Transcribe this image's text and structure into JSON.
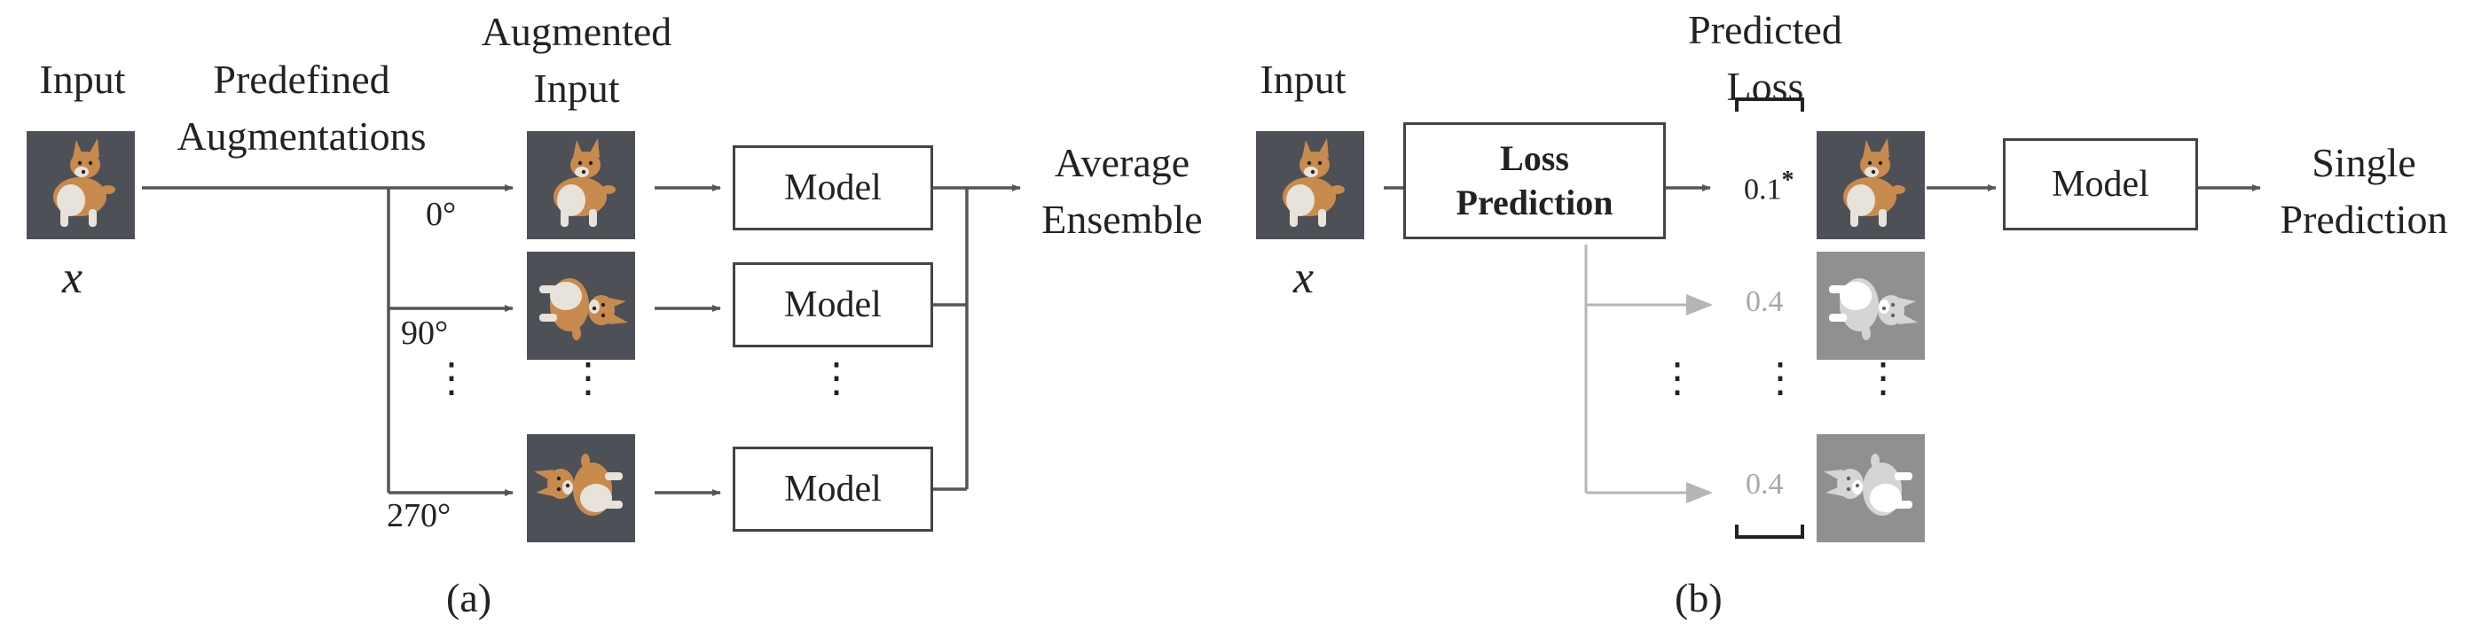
{
  "panel_a": {
    "input_label": "Input",
    "input_var": "x",
    "aug_header_line1": "Predefined",
    "aug_header_line2": "Augmentations",
    "aug_input_line1": "Augmented",
    "aug_input_line2": "Input",
    "angles": [
      "0°",
      "90°",
      "270°"
    ],
    "model_labels": [
      "Model",
      "Model",
      "Model"
    ],
    "output_line1": "Average",
    "output_line2": "Ensemble",
    "caption": "(a)"
  },
  "panel_b": {
    "input_label": "Input",
    "input_var": "x",
    "loss_box_line1": "Loss",
    "loss_box_line2": "Prediction",
    "pred_loss_line1": "Predicted",
    "pred_loss_line2": "Loss",
    "loss_values": [
      "0.1",
      "0.4",
      "0.4"
    ],
    "selected_marker": "*",
    "model_label": "Model",
    "output_line1": "Single",
    "output_line2": "Prediction",
    "caption": "(b)"
  },
  "colors": {
    "line": "#555555",
    "faded_line": "#b5b5b5",
    "box_border": "#444444",
    "image_bg": "#4d5057",
    "dog_fur": "#c98a4e",
    "dog_white": "#e8e3da"
  },
  "icons": [
    "corgi-photo",
    "corgi-photo-grayscale",
    "arrow-right"
  ]
}
